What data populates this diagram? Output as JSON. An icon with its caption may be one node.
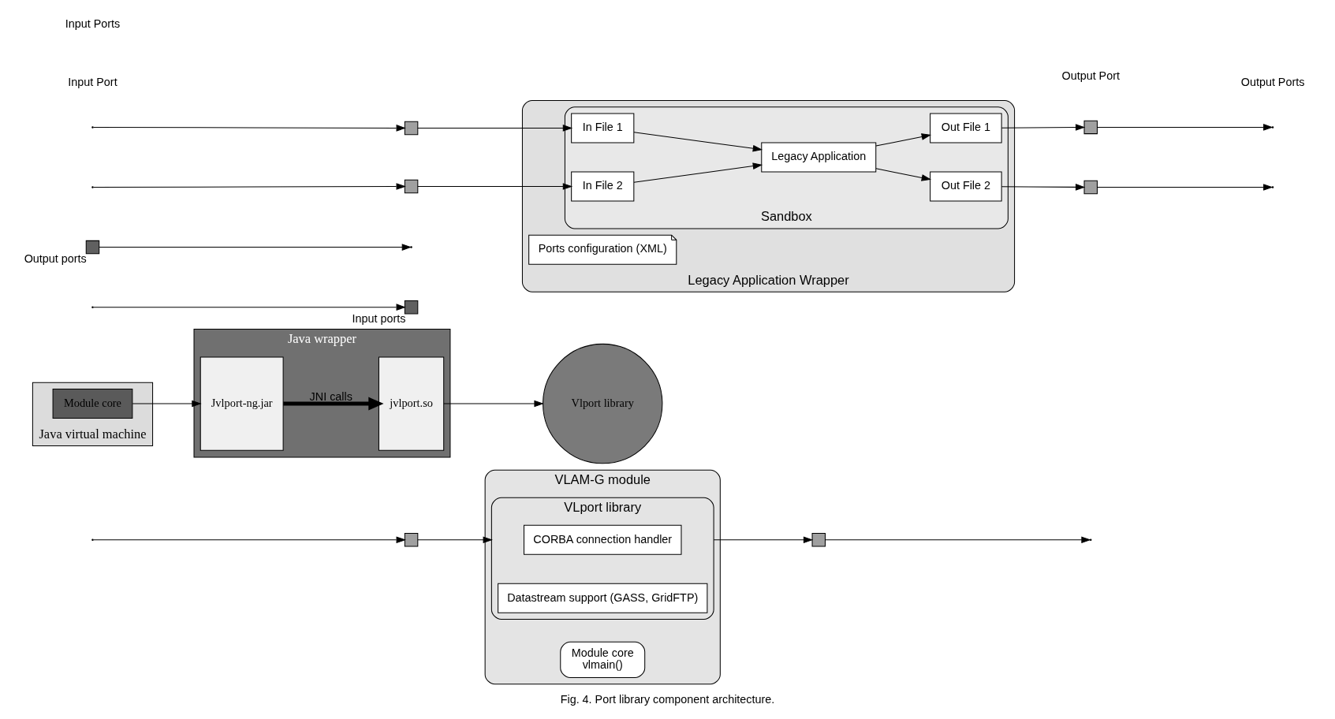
{
  "diagram": {
    "caption": "Fig. 4. Port library component architecture.",
    "nodes": [
      {
        "text": [
          "VLAM-G module"
        ]
      },
      {
        "text": [
          "Module core",
          "vlmain()"
        ],
        "in": 0
      },
      {
        "text": [
          "VLport library"
        ],
        "in": 0
      },
      {
        "text": [
          "CORBA connection handler"
        ],
        "in": 2
      },
      {
        "text": [
          "Datastream support (GASS, GridFTP)"
        ],
        "in": 2
      },
      {
        "text": [],
        "shape": "box"
      },
      {
        "text": [],
        "shape": "box"
      },
      {
        "text": [
          "Java virtual machine"
        ]
      },
      {
        "text": [
          "Module core"
        ],
        "in": 7
      },
      {
        "text": [
          "Java wrapper"
        ]
      },
      {
        "text": [
          "jvlport.so"
        ],
        "in": 9
      },
      {
        "text": [
          "Jvlport-ng.jar"
        ],
        "in": 9
      },
      {
        "text": [
          "Vlport library"
        ]
      },
      {
        "text": [],
        "shape": "box",
        "beside": [
          "Input ports"
        ]
      },
      {
        "text": [],
        "shape": "box",
        "beside": [
          "Output ports"
        ]
      },
      {
        "text": [
          "Legacy Application Wrapper"
        ]
      },
      {
        "text": [
          "Ports configuration (XML)"
        ],
        "in": 15
      },
      {
        "text": [
          "Sandbox"
        ],
        "in": 15
      },
      {
        "text": [
          "In File 1"
        ],
        "in": 17
      },
      {
        "text": [
          "In File 2"
        ],
        "in": 17
      },
      {
        "text": [
          "Legacy Application"
        ],
        "in": 17
      },
      {
        "text": [
          "Out File 1"
        ],
        "in": 17
      },
      {
        "text": [
          "Out File 2"
        ],
        "in": 17
      },
      {
        "text": [],
        "shape": "box"
      },
      {
        "text": [],
        "shape": "box"
      },
      {
        "text": [],
        "shape": "box"
      },
      {
        "text": [],
        "shape": "box"
      }
    ],
    "edges": [
      {
        "from": null,
        "to": 5,
        "arrow": "to"
      },
      {
        "from": 5,
        "to": 2,
        "arrow": "to"
      },
      {
        "from": 2,
        "to": 6,
        "arrow": "to"
      },
      {
        "from": 6,
        "to": null,
        "arrow": "to"
      },
      {
        "from": 8,
        "to": 11,
        "arrow": "to"
      },
      {
        "from": 11,
        "to": 10,
        "arrow": "to",
        "label": "JNI calls",
        "style": "thick"
      },
      {
        "from": 10,
        "to": 12,
        "arrow": "to"
      },
      {
        "from": null,
        "to": 13,
        "arrow": "to"
      },
      {
        "from": 14,
        "to": null,
        "arrow": "to"
      },
      {
        "from": null,
        "to": 23,
        "arrow": "to"
      },
      {
        "from": null,
        "to": 24,
        "arrow": "to"
      },
      {
        "from": 23,
        "to": 18,
        "arrow": "to"
      },
      {
        "from": 24,
        "to": 19,
        "arrow": "to"
      },
      {
        "from": 18,
        "to": 20,
        "arrow": "to"
      },
      {
        "from": 19,
        "to": 20,
        "arrow": "to"
      },
      {
        "from": 20,
        "to": 21,
        "arrow": "to"
      },
      {
        "from": 20,
        "to": 22,
        "arrow": "to"
      },
      {
        "from": 21,
        "to": 25,
        "arrow": "to"
      },
      {
        "from": 22,
        "to": 26,
        "arrow": "to"
      },
      {
        "from": 25,
        "to": null,
        "arrow": "to"
      },
      {
        "from": 26,
        "to": null,
        "arrow": "to"
      }
    ],
    "labels": [
      "Input Port",
      "Output Port",
      "Input Ports",
      "Output Ports"
    ]
  }
}
